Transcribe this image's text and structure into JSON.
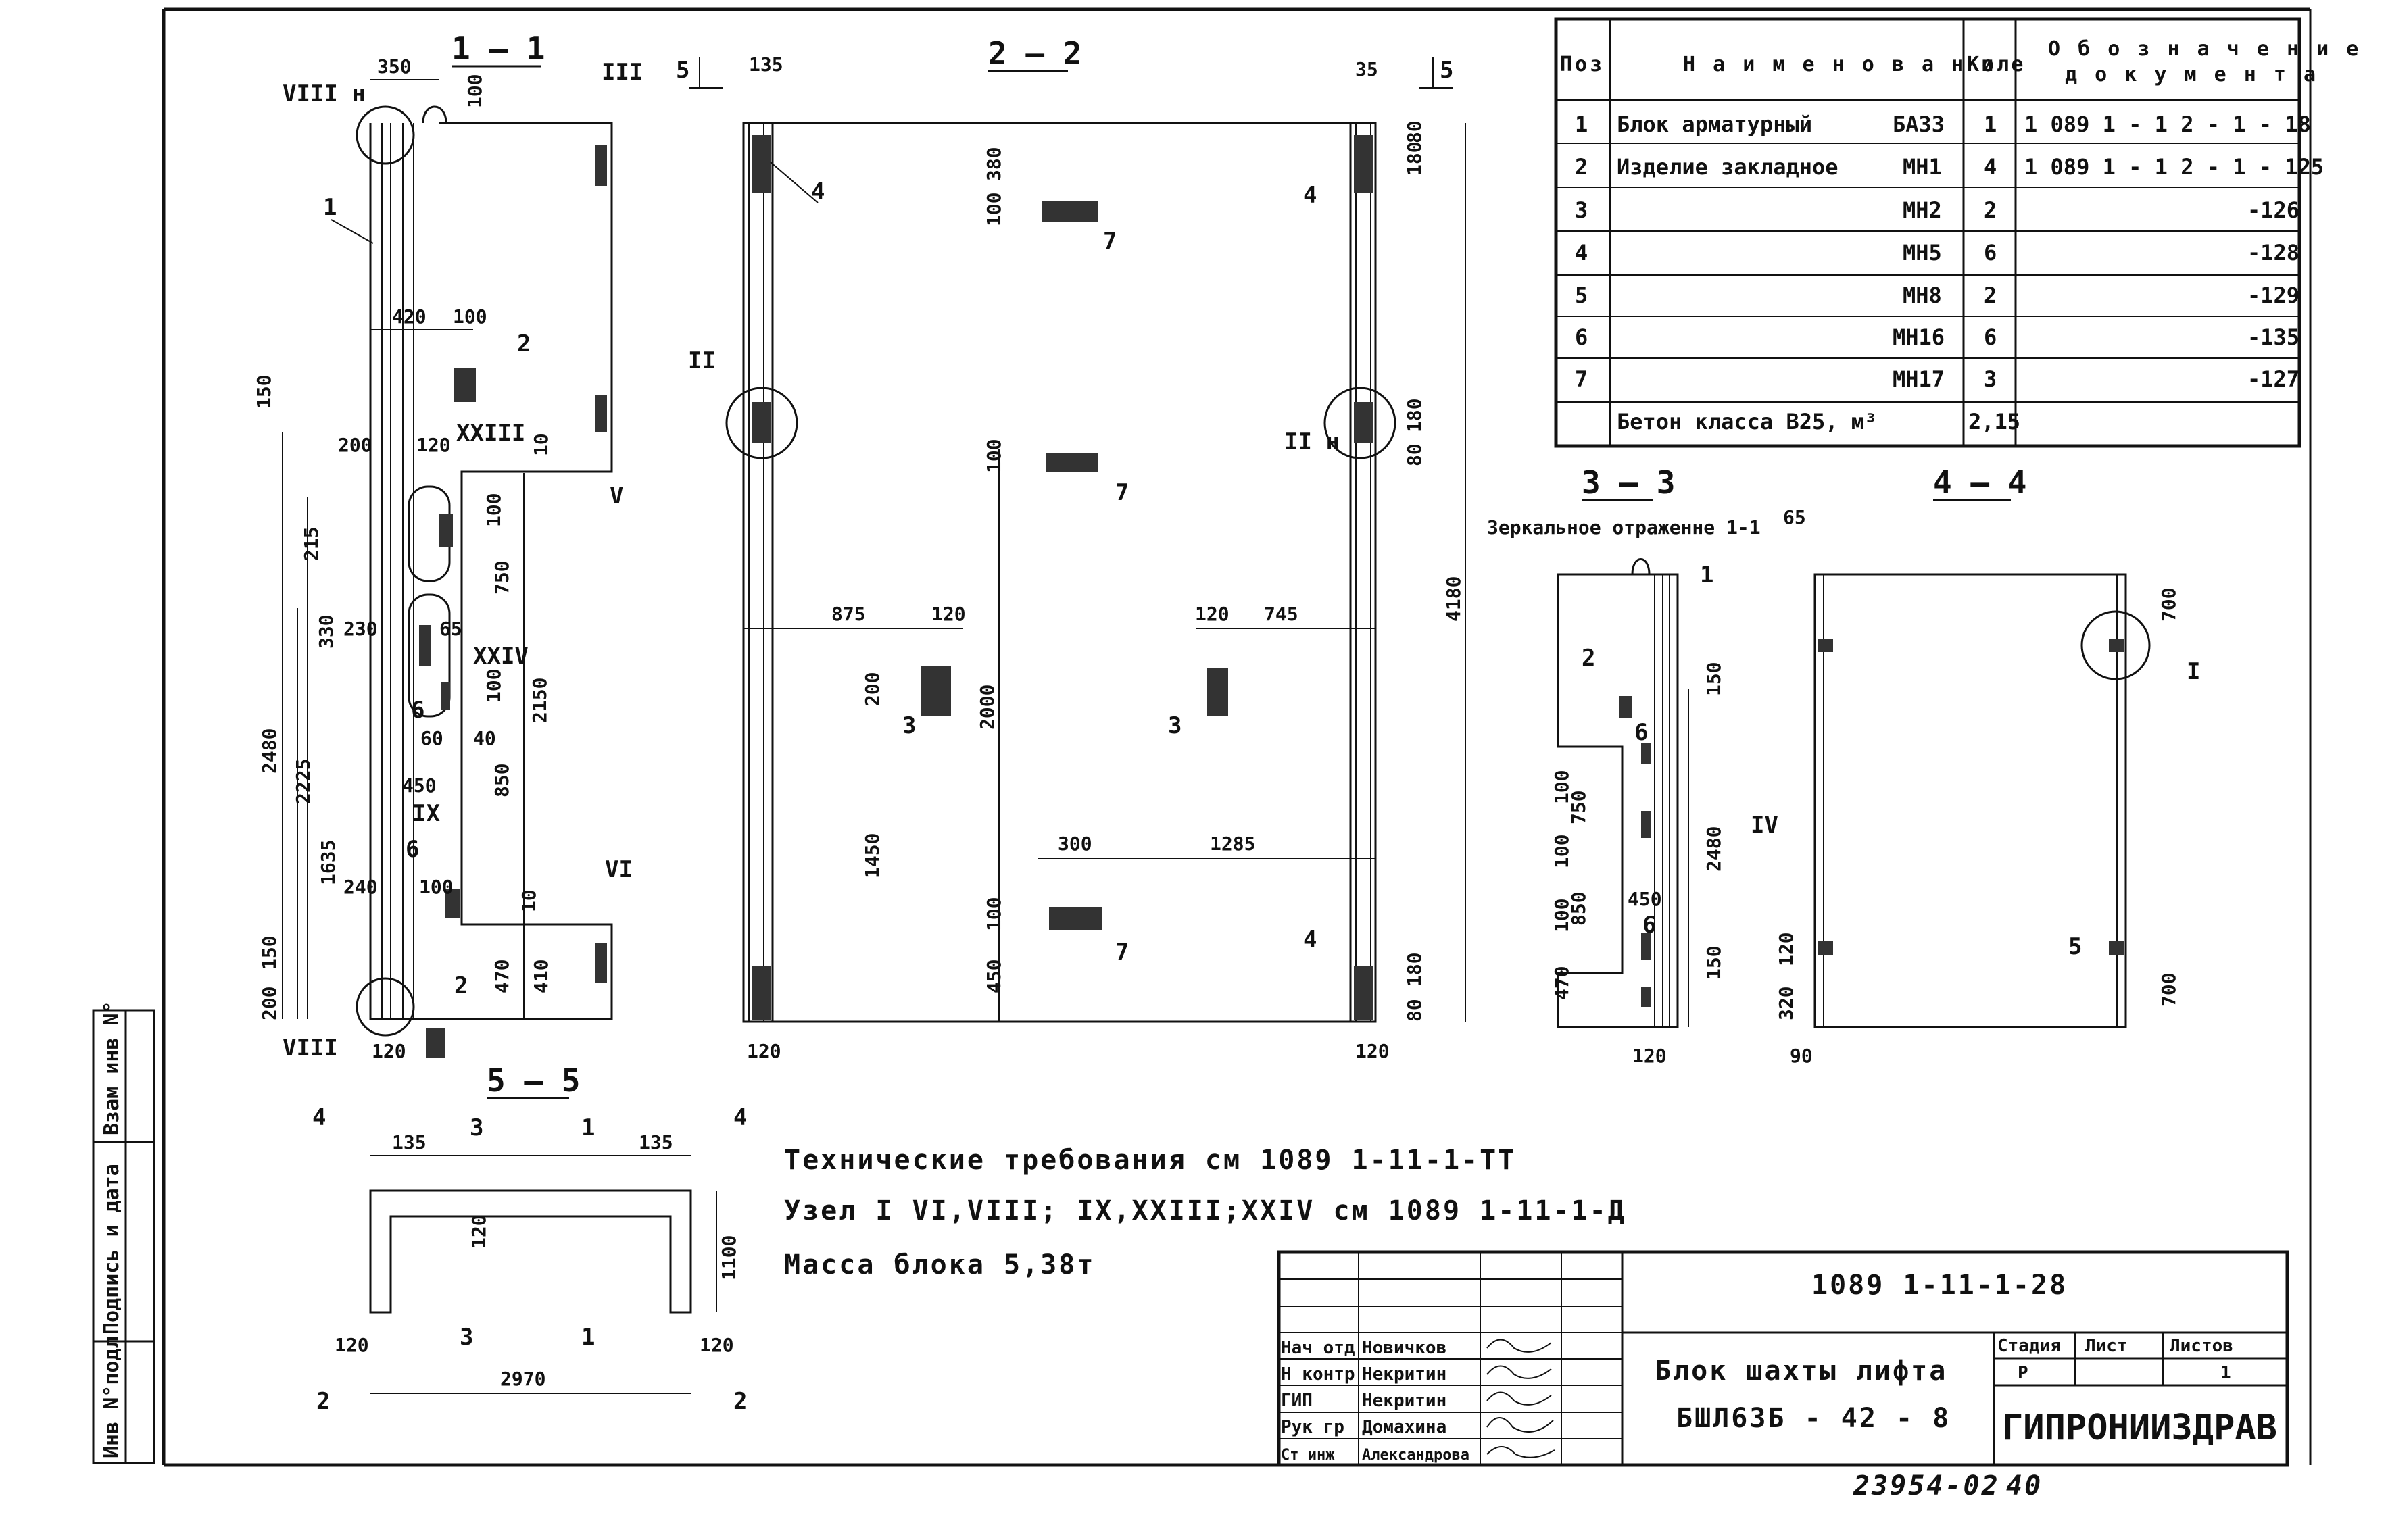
{
  "sections": {
    "s11": "1 — 1",
    "s22": "2 — 2",
    "s33": "3 — 3",
    "s44": "4 — 4",
    "s55": "5 — 5",
    "mirror_note": "Зеркальное отраженне 1-1"
  },
  "spec_table": {
    "headers": {
      "pos": "Поз",
      "name": "Н а и м е н о в а н и е",
      "qty": "Кол",
      "doc_line1": "О б о з н а ч е н и е",
      "doc_line2": "д о к у м е н т а"
    },
    "rows": [
      {
        "pos": "1",
        "name": "Блок арматурный",
        "mark": "БА33",
        "qty": "1",
        "doc": "1 089 1 - 1 2 - 1 - 18"
      },
      {
        "pos": "2",
        "name": "Изделие закладное",
        "mark": "МН1",
        "qty": "4",
        "doc": "1 089 1 - 1 2 - 1 - 125"
      },
      {
        "pos": "3",
        "name": "",
        "mark": "МН2",
        "qty": "2",
        "doc": "-126"
      },
      {
        "pos": "4",
        "name": "",
        "mark": "МН5",
        "qty": "6",
        "doc": "-128"
      },
      {
        "pos": "5",
        "name": "",
        "mark": "МН8",
        "qty": "2",
        "doc": "-129"
      },
      {
        "pos": "6",
        "name": "",
        "mark": "МН16",
        "qty": "6",
        "doc": "-135"
      },
      {
        "pos": "7",
        "name": "",
        "mark": "МН17",
        "qty": "3",
        "doc": "-127"
      },
      {
        "pos": "",
        "name": "Бетон класса В25, м³",
        "mark": "",
        "qty": "2,15",
        "doc": ""
      }
    ]
  },
  "notes": {
    "line1": "Технические требования см 1089 1-11-1-ТТ",
    "line2": "Узел I  VI,VIII; IX,XXIII;XXIV см 1089 1-11-1-Д",
    "line3": "Масса блока 5,38т"
  },
  "title_block": {
    "doc_code": "1089 1-11-1-28",
    "title_line1": "Блок шахты лифта",
    "title_line2": "БШЛ63Б - 42 - 8",
    "stage_label": "Стадия",
    "sheet_label": "Лист",
    "sheets_label": "Листов",
    "stage": "Р",
    "sheets": "1",
    "org": "ГИПРОНИИЗДРАВ",
    "signers": [
      {
        "role": "Нач отд",
        "name": "Новичков"
      },
      {
        "role": "Н контр",
        "name": "Некритин"
      },
      {
        "role": "ГИП",
        "name": "Некритин"
      },
      {
        "role": "Рук гр",
        "name": "Домахина"
      },
      {
        "role": "Ст инж",
        "name": "Александрова"
      }
    ]
  },
  "footer": {
    "archive_no": "23954-02",
    "page": "40"
  },
  "side_stamp": {
    "inv_no": "Инв N°подл",
    "sign_date": "Подпись и дата",
    "replaces": "Взам инв N°"
  },
  "dims": {
    "d350": "350",
    "d100a": "100",
    "d420": "420",
    "d100b": "100",
    "d150": "150",
    "d200": "200",
    "d120a": "120",
    "d10a": "10",
    "d215": "215",
    "d330": "330",
    "d230": "230",
    "d65": "65",
    "d750": "750",
    "d2150": "2150",
    "d2480": "2480",
    "d2225": "2225",
    "d1635": "1635",
    "d450a": "450",
    "d60": "60",
    "d40": "40",
    "d850": "850",
    "d240": "240",
    "d470": "470",
    "d410": "410",
    "d200b": "200",
    "d150b": "150",
    "d120b": "120",
    "e135a": "135",
    "e380": "380",
    "e100a": "100",
    "e875": "875",
    "e120a": "120",
    "e200": "200",
    "e2000": "2000",
    "e1450": "1450",
    "e300": "300",
    "e1285": "1285",
    "e100b": "100",
    "e450": "450",
    "e120b": "120",
    "e35": "35",
    "e180a": "180",
    "e80a": "80",
    "e180b": "180",
    "e80b": "80",
    "e120c": "120",
    "e745": "745",
    "e4180": "4180",
    "e180c": "180",
    "e80c": "80",
    "e120d": "120",
    "e100c": "100",
    "f65": "65",
    "f150a": "150",
    "f2480": "2480",
    "f150b": "150",
    "f120": "120",
    "f750": "750",
    "f100a": "100",
    "f100b": "100",
    "f850": "850",
    "f450": "450",
    "f100c": "100",
    "f470": "470",
    "f120b": "120",
    "g700a": "700",
    "g700b": "700",
    "g120": "120",
    "g320": "320",
    "g90": "90",
    "h135a": "135",
    "h135b": "135",
    "h120a": "120",
    "h1100": "1100",
    "h120b": "120",
    "h120c": "120",
    "h2970": "2970"
  },
  "labels": {
    "VIIIn": "VIII н",
    "III": "III",
    "V": "V",
    "VI": "VI",
    "VIII": "VIII",
    "XXIII": "XXIII",
    "XXIV": "XXIV",
    "IX": "IX",
    "II": "II",
    "IIn": "II н",
    "I": "I",
    "IV": "IV",
    "p1a": "1",
    "p2a": "2",
    "p6a": "6",
    "p6b": "6",
    "p2b": "2",
    "p4a": "4",
    "p7a": "7",
    "p7b": "7",
    "p3a": "3",
    "p3b": "3",
    "p7c": "7",
    "p4b": "4",
    "p4c": "4",
    "p4d": "4",
    "p1c": "1",
    "p2c": "2",
    "p6c": "6",
    "p6d": "6",
    "p5": "5",
    "cut5a": "5",
    "cut5b": "5",
    "cut4a": "4",
    "cut4b": "4",
    "cut3a": "3",
    "cut3b": "3",
    "cut1a": "1",
    "cut1b": "1",
    "cut2a": "2",
    "cut2b": "2"
  }
}
